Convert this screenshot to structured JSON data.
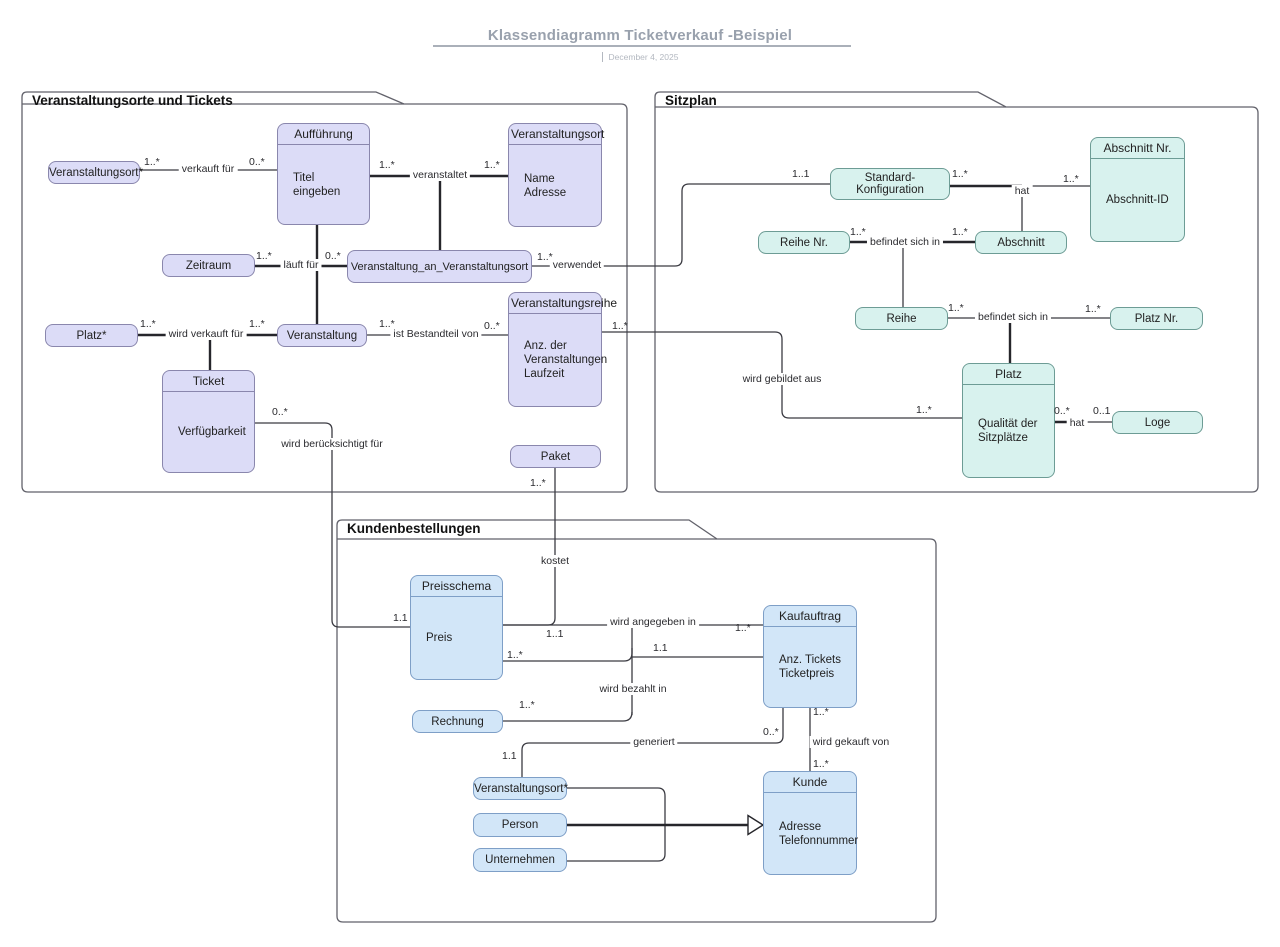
{
  "header": {
    "title": "Klassendiagramm Ticketverkauf -Beispiel",
    "date": "December 4, 2025"
  },
  "packages": {
    "p1": {
      "name": "Veranstaltungsorte und Tickets"
    },
    "p2": {
      "name": "Sitzplan"
    },
    "p3": {
      "name": "Kundenbestellungen"
    }
  },
  "classes": {
    "auffuehrung": {
      "name": "Aufführung",
      "attrs": [
        "Titel",
        "eingeben"
      ]
    },
    "veranstaltungsort_star1": {
      "name": "Veranstaltungsort*"
    },
    "veranstaltungsort": {
      "name": "Veranstaltungsort",
      "attrs": [
        "Name",
        "Adresse"
      ]
    },
    "zeitraum": {
      "name": "Zeitraum"
    },
    "veranstaltung_an_veranstaltungsort": {
      "name": "Veranstaltung_an_Veranstaltungsort"
    },
    "platz_star": {
      "name": "Platz*"
    },
    "veranstaltung": {
      "name": "Veranstaltung"
    },
    "ticket": {
      "name": "Ticket",
      "attrs": [
        "Verfügbarkeit"
      ]
    },
    "veranstaltungsreihe": {
      "name": "Veranstaltungsreihe",
      "attrs": [
        "Anz. der",
        "Veranstaltungen",
        "Laufzeit"
      ]
    },
    "paket": {
      "name": "Paket"
    },
    "standard_konfiguration": {
      "name": "Standard-Konfiguration"
    },
    "reihe_nr": {
      "name": "Reihe Nr."
    },
    "abschnitt_nr": {
      "name": "Abschnitt Nr.",
      "attrs": [
        "Abschnitt-ID"
      ]
    },
    "abschnitt": {
      "name": "Abschnitt"
    },
    "reihe": {
      "name": "Reihe"
    },
    "platz_nr": {
      "name": "Platz Nr."
    },
    "platz": {
      "name": "Platz",
      "attrs": [
        "Qualität der",
        "Sitzplätze"
      ]
    },
    "loge": {
      "name": "Loge"
    },
    "preisschema": {
      "name": "Preisschema",
      "attrs": [
        "Preis"
      ]
    },
    "kaufauftrag": {
      "name": "Kaufauftrag",
      "attrs": [
        "Anz. Tickets",
        "Ticketpreis"
      ]
    },
    "rechnung": {
      "name": "Rechnung"
    },
    "kunde": {
      "name": "Kunde",
      "attrs": [
        "Adresse",
        "Telefonnummer"
      ]
    },
    "veranstaltungsort_star3": {
      "name": "Veranstaltungsort*"
    },
    "person": {
      "name": "Person"
    },
    "unternehmen": {
      "name": "Unternehmen"
    }
  },
  "rels": {
    "verkauft_fuer": {
      "a": "1..*",
      "label": "verkauft für",
      "b": "0..*"
    },
    "veranstaltet": {
      "a": "1..*",
      "label": "veranstaltet",
      "b": "1..*"
    },
    "laeuft_fuer": {
      "a": "1..*",
      "label": "läuft für",
      "b": "0..*"
    },
    "wird_verkauft_fuer": {
      "a": "1..*",
      "label": "wird verkauft für",
      "b": "1..*"
    },
    "ist_bestandteil_von": {
      "a": "1..*",
      "label": "ist Bestandteil von",
      "b": "0..*"
    },
    "verwendet": {
      "a": "1..*",
      "label": "verwendet",
      "b": "1..1"
    },
    "wird_gebildet_aus": {
      "a": "1..*",
      "label": "wird gebildet aus",
      "b": "1..*"
    },
    "wird_beruecksichtigt": {
      "a": "0..*",
      "label": "wird berücksichtigt für",
      "b": "1.1"
    },
    "kostet": {
      "a": "1..*",
      "label": "kostet",
      "b": "1..1"
    },
    "hat_abschnitt": {
      "a": "1..*",
      "label": "hat",
      "b": "1..*"
    },
    "befindet_sich_in_1": {
      "a": "1..*",
      "label": "befindet sich in",
      "b": "1..*"
    },
    "befindet_sich_in_2": {
      "a": "1..*",
      "label": "befindet sich in",
      "b": "1..*"
    },
    "hat_loge": {
      "a": "0..*",
      "label": "hat",
      "b": "0..1"
    },
    "wird_angegeben_in": {
      "label": "wird angegeben in",
      "b": "1..*"
    },
    "preis_kaufauftrag": {
      "a": "1..*",
      "b": "1.1"
    },
    "wird_bezahlt_in": {
      "a": "1..*",
      "label": "wird bezahlt in"
    },
    "generiert": {
      "a": "1.1",
      "label": "generiert",
      "b": "0..*"
    },
    "wird_gekauft_von": {
      "a": "1..*",
      "label": "wird gekauft von",
      "b": "1..*"
    }
  },
  "colors": {
    "purple_fill": "#dcdcf7",
    "purple_border": "#8a87ad",
    "teal_fill": "#d8f2ee",
    "teal_border": "#6d9c95",
    "blue_fill": "#d2e6f8",
    "blue_border": "#7e9fc7",
    "line": "#3b3b42",
    "package_border": "#62626b",
    "doc_title": "#99a1ad"
  }
}
